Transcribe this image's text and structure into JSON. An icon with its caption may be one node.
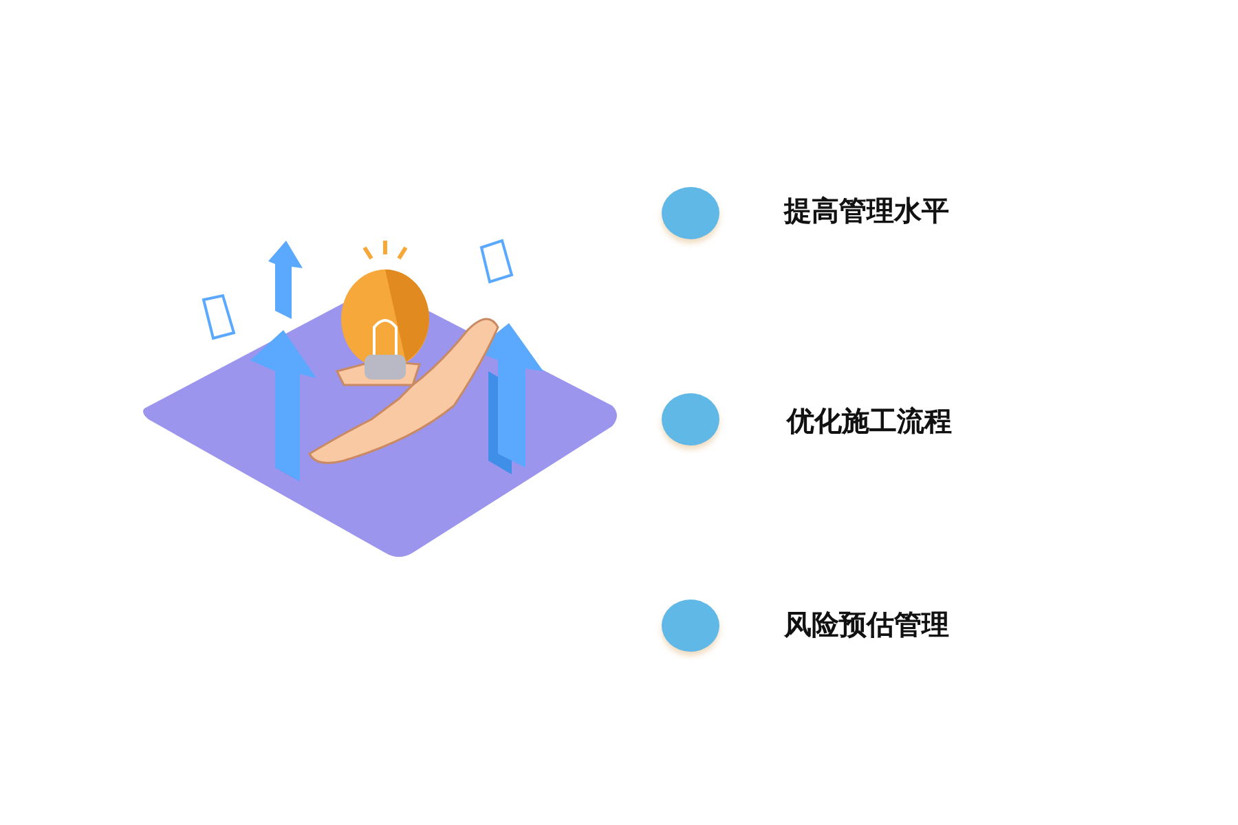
{
  "diagram": {
    "labels": [
      "提高管理水平",
      "优化施工流程",
      "风险预估管理"
    ]
  }
}
